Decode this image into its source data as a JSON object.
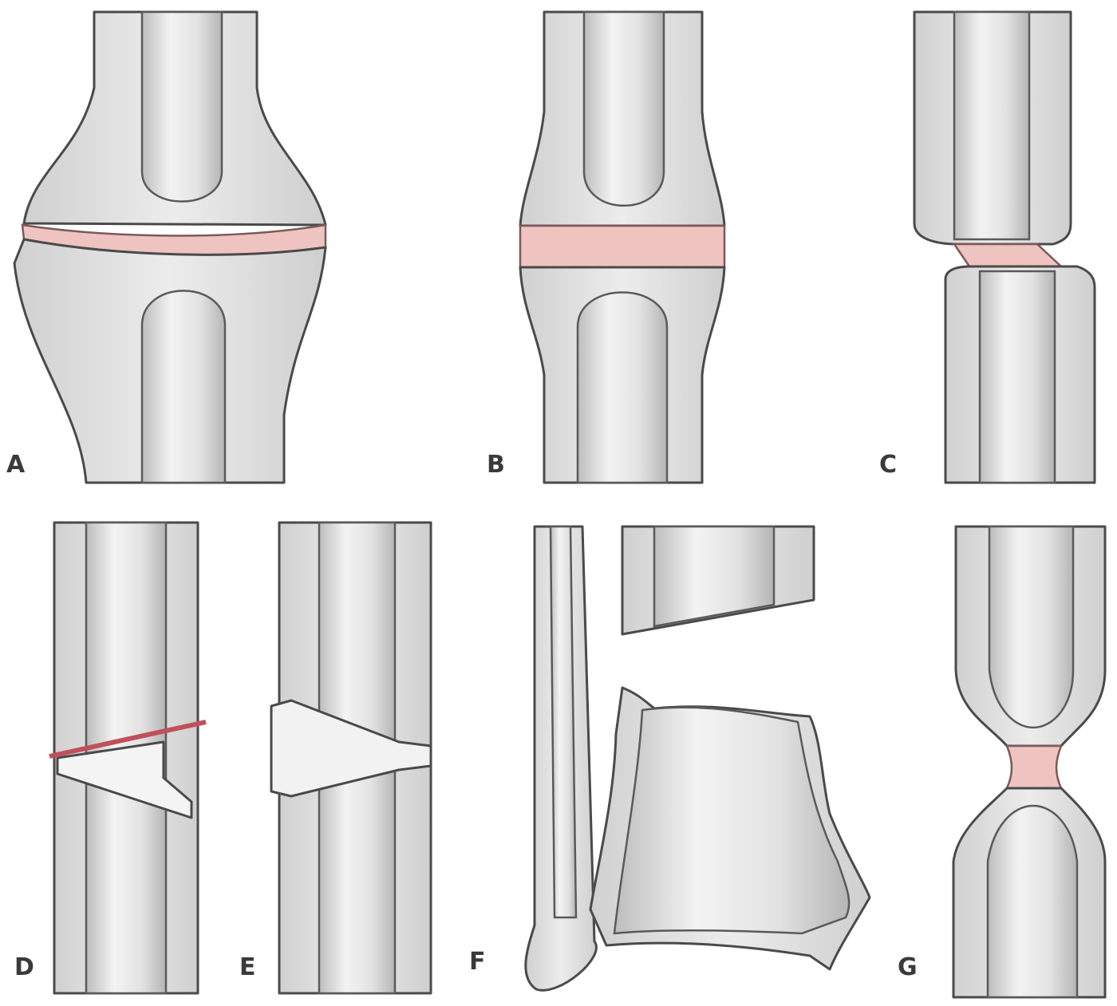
{
  "panels": [
    {
      "id": "A",
      "label": "A"
    },
    {
      "id": "B",
      "label": "B"
    },
    {
      "id": "C",
      "label": "C"
    },
    {
      "id": "D",
      "label": "D"
    },
    {
      "id": "E",
      "label": "E"
    },
    {
      "id": "F",
      "label": "F"
    },
    {
      "id": "G",
      "label": "G"
    }
  ],
  "colors": {
    "bone_fill": "#e9e9e9",
    "bone_outline": "#4a4a4a",
    "cartilage": "#efc3c0",
    "osteotomy_line": "#c0505a"
  }
}
